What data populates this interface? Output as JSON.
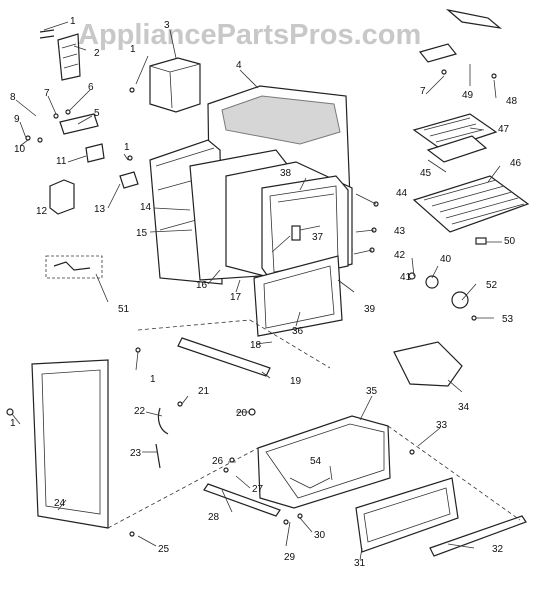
{
  "watermark": "AppliancePartsPros.com",
  "callouts": [
    {
      "id": "c1",
      "text": "1"
    },
    {
      "id": "c2",
      "text": "2"
    },
    {
      "id": "c3",
      "text": "3"
    },
    {
      "id": "c4",
      "text": "4"
    },
    {
      "id": "c5",
      "text": "5"
    },
    {
      "id": "c6",
      "text": "6"
    },
    {
      "id": "c7",
      "text": "7"
    },
    {
      "id": "c8",
      "text": "8"
    },
    {
      "id": "c9",
      "text": "9"
    },
    {
      "id": "c10",
      "text": "10"
    },
    {
      "id": "c11",
      "text": "11"
    },
    {
      "id": "c12",
      "text": "12"
    },
    {
      "id": "c13",
      "text": "13"
    },
    {
      "id": "c14",
      "text": "14"
    },
    {
      "id": "c15",
      "text": "15"
    },
    {
      "id": "c16",
      "text": "16"
    },
    {
      "id": "c17",
      "text": "17"
    },
    {
      "id": "c18",
      "text": "18"
    },
    {
      "id": "c19",
      "text": "19"
    },
    {
      "id": "c20",
      "text": "20"
    },
    {
      "id": "c21",
      "text": "21"
    },
    {
      "id": "c22",
      "text": "22"
    },
    {
      "id": "c23",
      "text": "23"
    },
    {
      "id": "c24",
      "text": "24"
    },
    {
      "id": "c25",
      "text": "25"
    },
    {
      "id": "c26",
      "text": "26"
    },
    {
      "id": "c27",
      "text": "27"
    },
    {
      "id": "c28",
      "text": "28"
    },
    {
      "id": "c29",
      "text": "29"
    },
    {
      "id": "c30",
      "text": "30"
    },
    {
      "id": "c31",
      "text": "31"
    },
    {
      "id": "c32",
      "text": "32"
    },
    {
      "id": "c33",
      "text": "33"
    },
    {
      "id": "c34",
      "text": "34"
    },
    {
      "id": "c35",
      "text": "35"
    },
    {
      "id": "c36",
      "text": "36"
    },
    {
      "id": "c37",
      "text": "37"
    },
    {
      "id": "c38",
      "text": "38"
    },
    {
      "id": "c39",
      "text": "39"
    },
    {
      "id": "c40",
      "text": "40"
    },
    {
      "id": "c41",
      "text": "41"
    },
    {
      "id": "c42",
      "text": "42"
    },
    {
      "id": "c43",
      "text": "43"
    },
    {
      "id": "c44",
      "text": "44"
    },
    {
      "id": "c45",
      "text": "45"
    },
    {
      "id": "c46",
      "text": "46"
    },
    {
      "id": "c47",
      "text": "47"
    },
    {
      "id": "c48",
      "text": "48"
    },
    {
      "id": "c49",
      "text": "49"
    },
    {
      "id": "c50",
      "text": "50"
    },
    {
      "id": "c51",
      "text": "51"
    },
    {
      "id": "c52",
      "text": "52"
    },
    {
      "id": "c53",
      "text": "53"
    },
    {
      "id": "c54",
      "text": "54"
    },
    {
      "id": "c1b",
      "text": "1"
    },
    {
      "id": "c1c",
      "text": "1"
    },
    {
      "id": "c1d",
      "text": "1"
    },
    {
      "id": "c1e",
      "text": "1"
    },
    {
      "id": "c7b",
      "text": "7"
    }
  ],
  "colors": {
    "line": "#222222",
    "watermark": "#c8c8c8",
    "background": "#ffffff"
  }
}
